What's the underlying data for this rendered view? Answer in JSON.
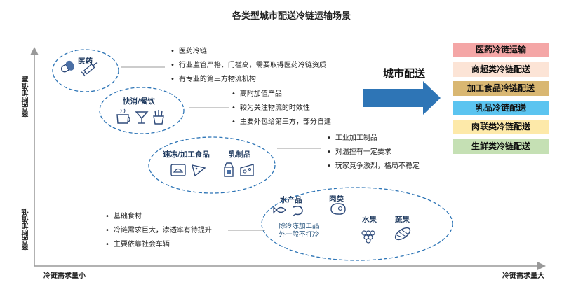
{
  "title": "各类型城市配送冷链运输场景",
  "axes": {
    "y_high": "商品附加值高",
    "y_low": "商品附加值低",
    "x_low": "冷链需求量小",
    "x_high": "冷链需求量大"
  },
  "groups": {
    "medicine": {
      "label": "医药",
      "icons": [
        "pill-icon",
        "syringe-icon"
      ],
      "bullets": [
        "医药冷链",
        "行业监管严格、门槛高，需要取得医药冷链资质",
        "有专业的第三方物流机构"
      ]
    },
    "fmcg": {
      "label": "快消/餐饮",
      "icons": [
        "coffee-cup-icon",
        "cocktail-icon",
        "fries-icon"
      ],
      "bullets": [
        "高附加值产品",
        "较为关注物流的时效性",
        "主要外包给第三方，部分自建"
      ]
    },
    "frozen_dairy": {
      "label_frozen": "速冻/加工食品",
      "label_dairy": "乳制品",
      "icons": [
        "dumpling-icon",
        "pizza-icon",
        "milk-carton-icon",
        "cheese-icon"
      ],
      "bullets": [
        "工业加工制品",
        "对温控有一定要求",
        "玩家竞争激烈，格局不稳定"
      ]
    },
    "fresh": {
      "label_seafood": "水产品",
      "label_meat": "肉类",
      "label_fruit": "水果",
      "label_veg": "蔬果",
      "note_line1": "除冷冻加工品",
      "note_line2": "外一般不打冷",
      "icons": [
        "fish-icon",
        "shrimp-icon",
        "steak-icon",
        "grapes-icon",
        "vegetable-icon"
      ],
      "bullets": [
        "基础食材",
        "冷链需求巨大，渗透率有待提升",
        "主要依靠社会车辆"
      ]
    }
  },
  "city_delivery": "城市配送",
  "categories": [
    {
      "label": "医药冷链运输",
      "color": "#f4a6a6"
    },
    {
      "label": "商超类冷链配送",
      "color": "#fce4d6"
    },
    {
      "label": "加工食品冷链配送",
      "color": "#d9b772"
    },
    {
      "label": "乳品冷链配送",
      "color": "#5bc4f0"
    },
    {
      "label": "肉联类冷链配送",
      "color": "#fde9a9"
    },
    {
      "label": "生鲜类冷链配送",
      "color": "#c5e0b4"
    }
  ]
}
